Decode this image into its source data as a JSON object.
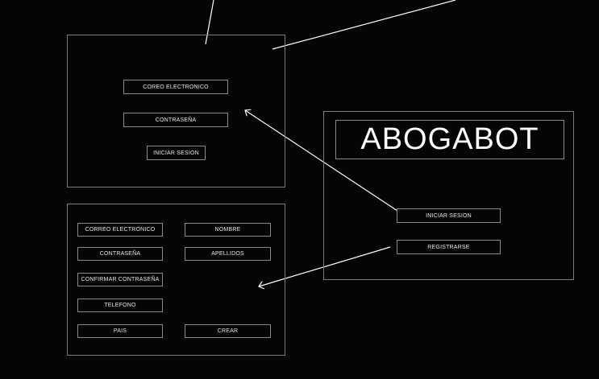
{
  "login_frame": {
    "email_label": "COREO ELECTRONICO",
    "password_label": "CONTRASEÑA",
    "login_button": "INICIAR SESION"
  },
  "register_frame": {
    "email_label": "CORREO ELECTRONICO",
    "name_label": "NOMBRE",
    "password_label": "CONTRASEÑA",
    "surnames_label": "APELLIDOS",
    "confirm_password_label": "CONFIRMAR CONTRASEÑA",
    "phone_label": "TELEFONO",
    "country_label": "PAIS",
    "create_button": "CREAR"
  },
  "home_frame": {
    "title": "ABOGABOT",
    "login_button": "INICIAR SESION",
    "register_button": "REGISTRARSE"
  },
  "colors": {
    "background": "#050505",
    "stroke": "#8a8a8a",
    "text": "#e6e6e6"
  }
}
